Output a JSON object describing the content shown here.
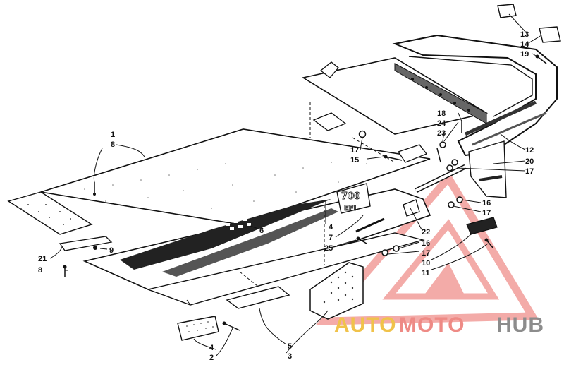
{
  "diagram": {
    "part_numbers": {
      "p1": "1",
      "p2": "2",
      "p3": "3",
      "p4a": "4",
      "p4b": "4",
      "p5": "5",
      "p6": "6",
      "p7": "7",
      "p8a": "8",
      "p8b": "8",
      "p9": "9",
      "p10": "10",
      "p11": "11",
      "p12": "12",
      "p13": "13",
      "p14": "14",
      "p15": "15",
      "p16a": "16",
      "p16b": "16",
      "p17a": "17",
      "p17b": "17",
      "p17c": "17",
      "p17d": "17",
      "p18": "18",
      "p19": "19",
      "p20": "20",
      "p21": "21",
      "p22": "22",
      "p23": "23",
      "p24": "24",
      "p25": "25"
    },
    "decal_text": {
      "line1": "700",
      "line2": "EFI"
    }
  },
  "watermark": {
    "part1": "AUTO",
    "part2": "MOTO",
    "part3": "HUB",
    "colors": {
      "auto": "#f0c24a",
      "moto": "#ee8a85",
      "hub": "#8c8c8c",
      "logo": "#f08f8c"
    }
  }
}
